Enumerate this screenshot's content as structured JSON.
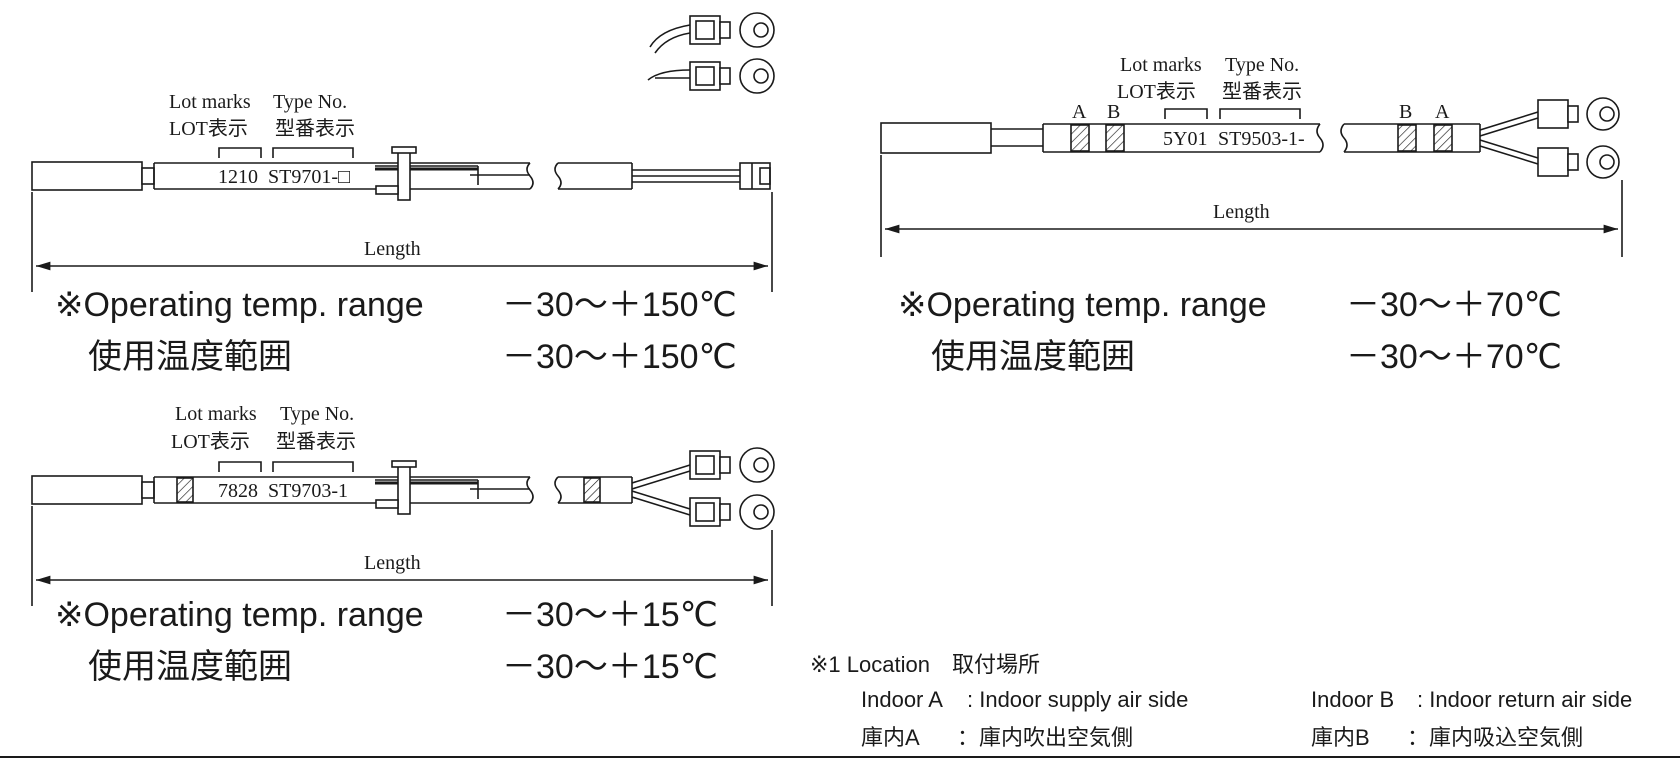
{
  "colors": {
    "ink": "#1a1a1a",
    "paper": "#ffffff"
  },
  "sensors": [
    {
      "id": "st9701",
      "lot_marks_en": "Lot marks",
      "type_no_en": "Type No.",
      "lot_marks_ja": "LOT表示",
      "type_no_ja": "型番表示",
      "lot_value": "1210",
      "type_value": "ST9701-□",
      "length_label": "Length",
      "range_en_label": "※Operating temp. range",
      "range_ja_label": "使用温度範囲",
      "range_en_value": "－30～＋150℃",
      "range_ja_value": "－30～＋150℃",
      "connector": "connector-plug"
    },
    {
      "id": "st9703",
      "lot_marks_en": "Lot marks",
      "type_no_en": "Type No.",
      "lot_marks_ja": "LOT表示",
      "type_no_ja": "型番表示",
      "lot_value": "7828",
      "type_value": "ST9703-1",
      "length_label": "Length",
      "range_en_label": "※Operating temp. range",
      "range_ja_label": "使用温度範囲",
      "range_en_value": "－30～＋15℃",
      "range_ja_value": "－30～＋15℃",
      "connector": "ring-terminals"
    },
    {
      "id": "st9503",
      "lot_marks_en": "Lot marks",
      "type_no_en": "Type No.",
      "lot_marks_ja": "LOT表示",
      "type_no_ja": "型番表示",
      "lot_value": "5Y01",
      "type_value": "ST9503-1-",
      "mark_a": "A",
      "mark_b": "B",
      "length_label": "Length",
      "range_en_label": "※Operating temp. range",
      "range_ja_label": "使用温度範囲",
      "range_en_value": "－30～＋70℃",
      "range_ja_value": "－30～＋70℃",
      "connector": "ring-terminals"
    }
  ],
  "location": {
    "title": "※1 Location　取付場所",
    "indoor_a_en_key": "Indoor A",
    "indoor_a_en_value": ": Indoor supply air side",
    "indoor_a_ja_key": "庫内A",
    "indoor_a_ja_value": "：庫内吹出空気側",
    "indoor_b_en_key": "Indoor B",
    "indoor_b_en_value": ": Indoor return air side",
    "indoor_b_ja_key": "庫内B",
    "indoor_b_ja_value": "：庫内吸込空気側"
  }
}
